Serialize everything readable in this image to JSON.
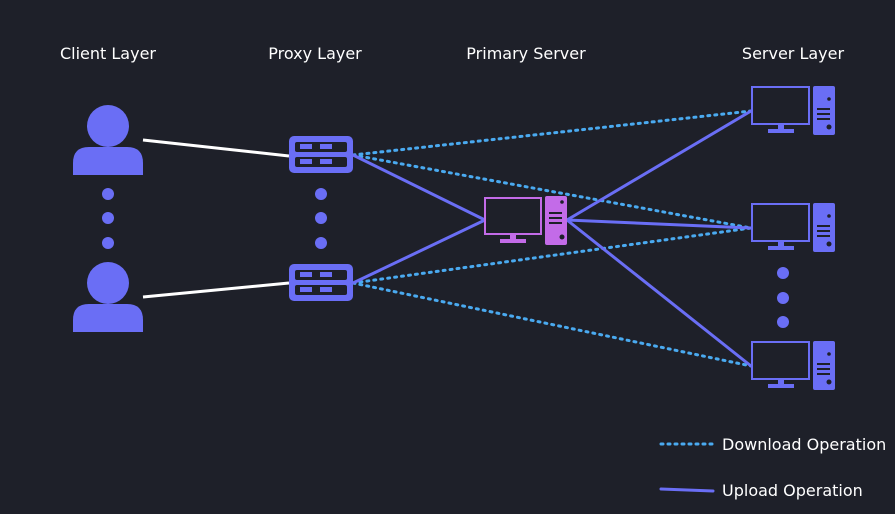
{
  "colors": {
    "background": "#1e2029",
    "node_blue": "#6a6ef5",
    "primary_server": "#c36be8",
    "download_line": "#4aaaf0",
    "upload_line": "#6a6ef5",
    "client_link": "#ffffff",
    "text": "#ffffff"
  },
  "layers": {
    "client": "Client Layer",
    "proxy": "Proxy Layer",
    "primary": "Primary Server",
    "server": "Server Layer"
  },
  "legend": {
    "download": "Download Operation",
    "upload": "Upload Operation"
  },
  "icons": {
    "client": "user-icon",
    "proxy": "proxy-server-icon",
    "primary": "desktop-computer-icon",
    "server": "desktop-computer-icon",
    "ellipsis": "vertical-ellipsis-icon"
  }
}
